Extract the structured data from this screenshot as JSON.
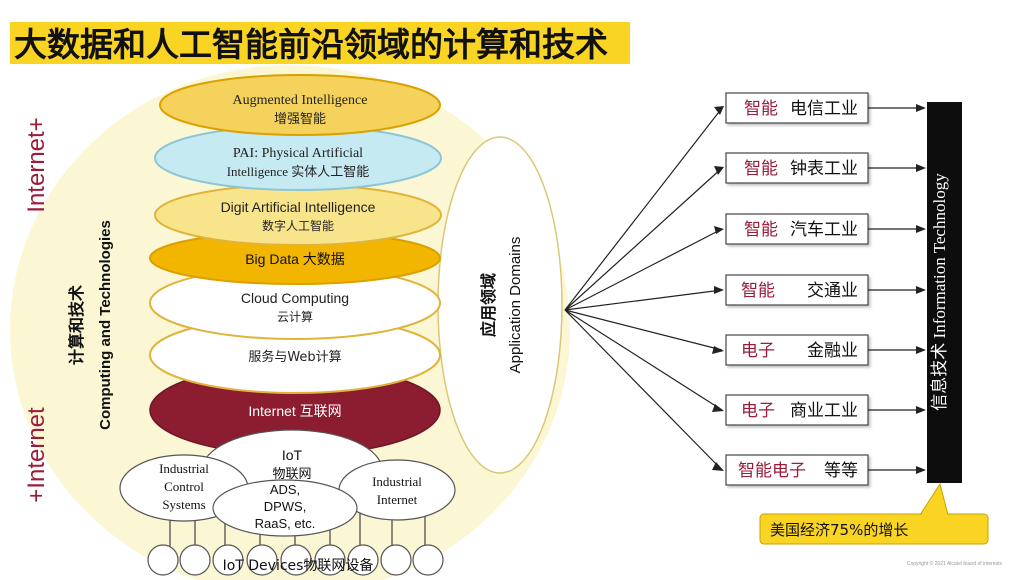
{
  "title": "大数据和人工智能前沿领域的计算和技术",
  "left_labels": {
    "top": "Internet+",
    "bottom": "+Internet"
  },
  "computing_label": {
    "zh": "计算和技术",
    "en": "Computing and Technologies"
  },
  "layers": [
    {
      "en": "Augmented Intelligence",
      "zh": "增强智能"
    },
    {
      "en": "PAI: Physical Artificial",
      "zh": "Intelligence 实体人工智能"
    },
    {
      "en": "Digit Artificial Intelligence",
      "zh": "数字人工智能"
    },
    {
      "en": "Big Data 大数据",
      "zh": ""
    },
    {
      "en": "Cloud Computing",
      "zh": "云计算"
    },
    {
      "en": "",
      "zh": "服务与Web计算"
    },
    {
      "en": "Internet 互联网",
      "zh": ""
    }
  ],
  "iot": {
    "en": "IoT",
    "zh": "物联网"
  },
  "bottom_nodes": {
    "left": [
      "Industrial",
      "Control",
      "Systems"
    ],
    "middle": [
      "ADS,",
      "DPWS,",
      "RaaS, etc."
    ],
    "right": [
      "Industrial",
      "Internet"
    ]
  },
  "iot_devices": "IoT Devices物联网设备",
  "application": {
    "zh": "应用领域",
    "en": "Application Domains"
  },
  "domains": [
    {
      "prefix": "智能",
      "suffix": "电信工业"
    },
    {
      "prefix": "智能",
      "suffix": "钟表工业"
    },
    {
      "prefix": "智能",
      "suffix": "汽车工业"
    },
    {
      "prefix": "智能",
      "suffix": "交通业"
    },
    {
      "prefix": "电子",
      "suffix": "金融业"
    },
    {
      "prefix": "电子",
      "suffix": "商业工业"
    },
    {
      "prefix": "智能电子",
      "suffix": "等等"
    }
  ],
  "it_bar": "信息技术 Information Technology",
  "callout": "美国经济75%的增长",
  "copyright": "Copyright © 2021 Alcatel board of interests",
  "colors": {
    "title_band": "#f9d423",
    "accent_red": "#9b1b3a",
    "yellow_light": "#f8e48a",
    "yellow_mid": "#f5d25c",
    "gold": "#f2b600",
    "cyan": "#c6eaf2",
    "internet": "#8c1d31",
    "background_ellipse": "#fbf6d4"
  }
}
